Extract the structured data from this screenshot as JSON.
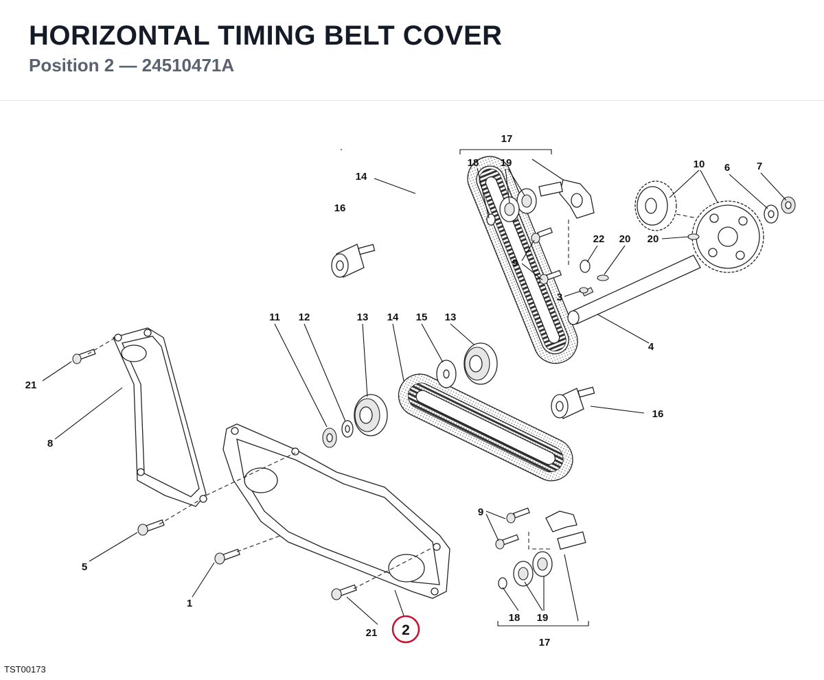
{
  "header": {
    "title": "HORIZONTAL TIMING BELT COVER",
    "subtitle": "Position 2 — 24510471A"
  },
  "diagram": {
    "highlight_color": "#c8102e",
    "labels": {
      "l17_top": "17",
      "l18_top": "18",
      "l19_top": "19",
      "l10": "10",
      "l6": "6",
      "l7": "7",
      "l14_top": "14",
      "l16_top": "16",
      "l22": "22",
      "l20_a": "20",
      "l20_b": "20",
      "l9_top": "9",
      "l3": "3",
      "l4": "4",
      "l11": "11",
      "l12": "12",
      "l13_a": "13",
      "l14_mid": "14",
      "l15": "15",
      "l13_b": "13",
      "l16_right": "16",
      "l21_top": "21",
      "l8": "8",
      "l9_bottom": "9",
      "l5": "5",
      "l1": "1",
      "l21_bottom": "21",
      "l2": "2",
      "l18_bottom": "18",
      "l19_bottom": "19",
      "l17_bottom": "17"
    }
  },
  "footer": {
    "code": "TST00173"
  }
}
